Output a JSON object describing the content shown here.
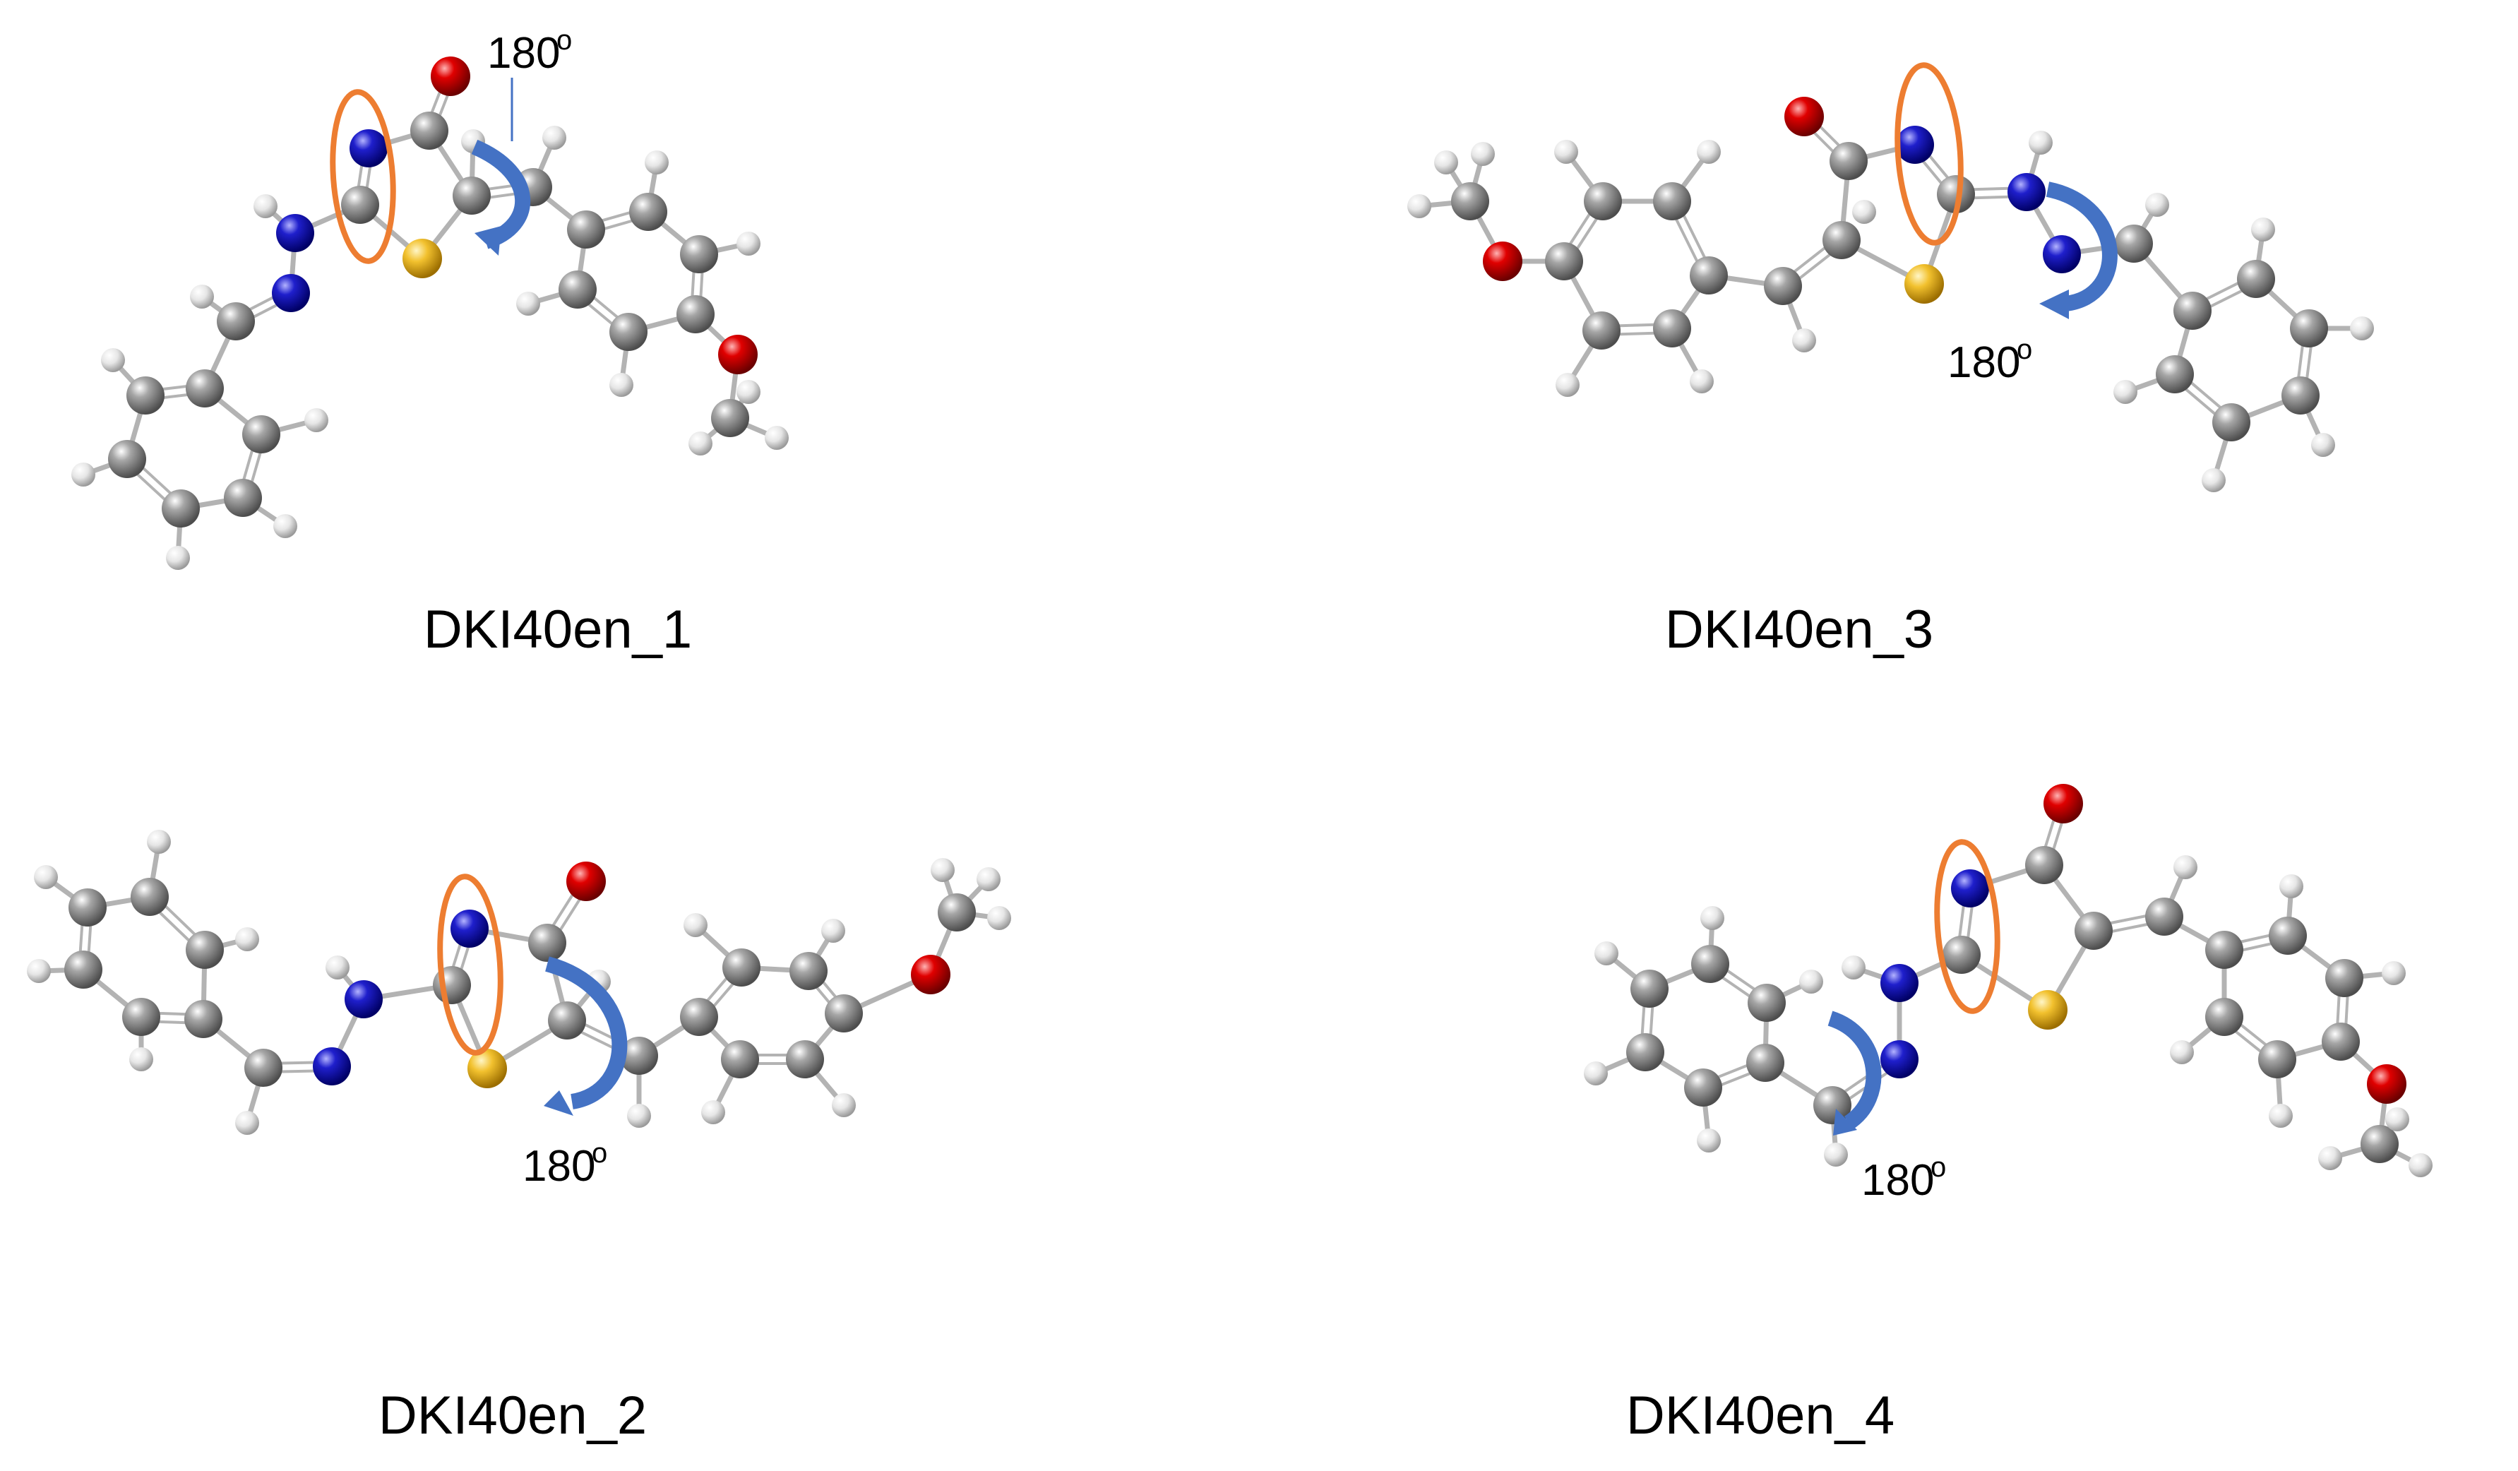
{
  "figure": {
    "panels": [
      {
        "id": "p1",
        "label": "DKI40en_1",
        "rotation": {
          "angle": "180",
          "unit": "o"
        }
      },
      {
        "id": "p2",
        "label": "DKI40en_2",
        "rotation": {
          "angle": "180",
          "unit": "o"
        }
      },
      {
        "id": "p3",
        "label": "DKI40en_3",
        "rotation": {
          "angle": "180",
          "unit": "o"
        }
      },
      {
        "id": "p4",
        "label": "DKI40en_4",
        "rotation": {
          "angle": "180",
          "unit": "o"
        }
      }
    ],
    "colors": {
      "carbon": "#8c8c8c",
      "hydrogen": "#e6e6e6",
      "nitrogen": "#1f1fcc",
      "oxygen": "#e00000",
      "sulfur": "#f2c12e",
      "bond": "#b3b3b3",
      "highlight": "#ed7d31",
      "rotation_arrow": "#4472c4"
    }
  }
}
